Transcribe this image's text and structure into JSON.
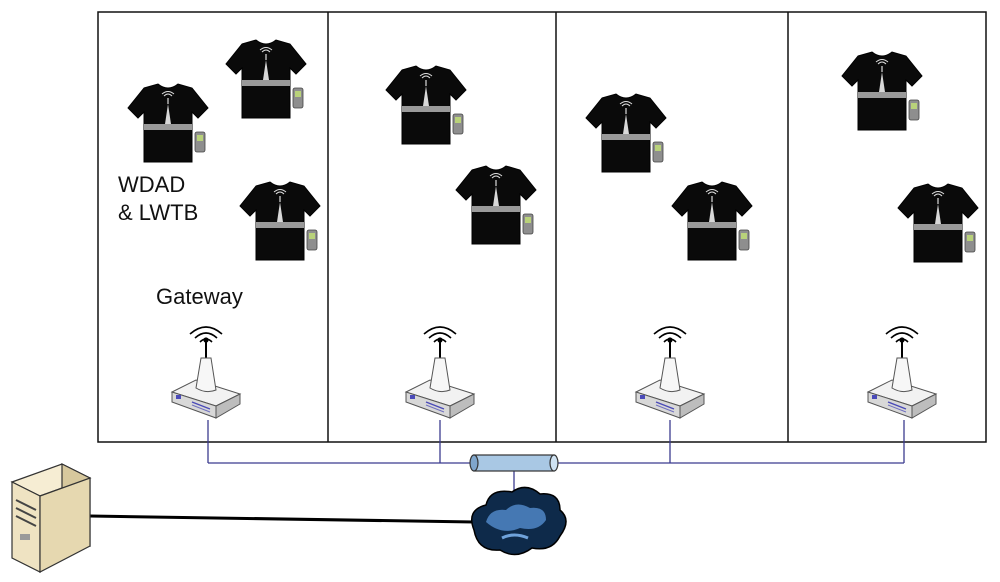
{
  "labels": {
    "devices_line1": "WDAD",
    "devices_line2": "& LWTB",
    "gateway": "Gateway"
  },
  "icons": {
    "wearable": "tshirt-with-antenna-icon",
    "phone": "handheld-device-icon",
    "gateway": "wireless-gateway-router-icon",
    "bus": "network-bus-pipe-icon",
    "cloud": "network-cloud-icon",
    "server": "server-tower-icon"
  },
  "zones": [
    {
      "id": "zone-1",
      "wearables": 3,
      "gateways": 1
    },
    {
      "id": "zone-2",
      "wearables": 2,
      "gateways": 1
    },
    {
      "id": "zone-3",
      "wearables": 2,
      "gateways": 1
    },
    {
      "id": "zone-4",
      "wearables": 2,
      "gateways": 1
    }
  ],
  "colors": {
    "shirt": "#0a0a0a",
    "shirt_band": "#9a9a9a",
    "link_line": "#3b3b8f",
    "cloud_dark": "#0e2a4a",
    "cloud_light": "#4f86c6",
    "bus_fill": "#a9c8e4",
    "server_fill": "#efe3c2"
  }
}
